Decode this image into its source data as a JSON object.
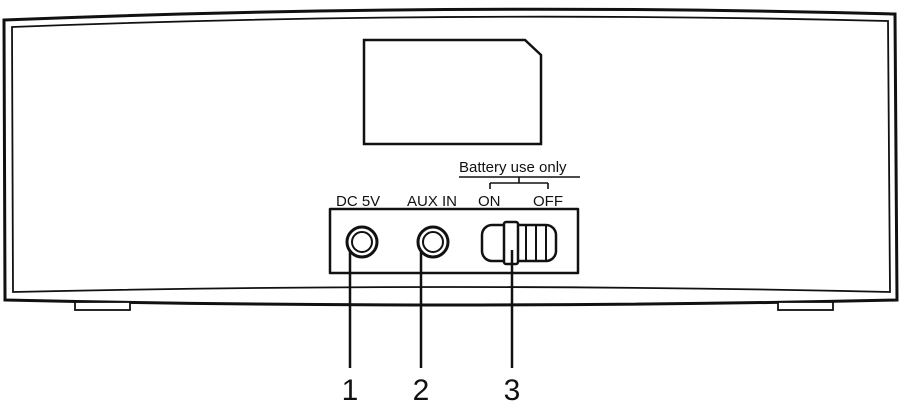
{
  "labels": {
    "dc_5v": "DC 5V",
    "aux_in": "AUX IN",
    "battery_use_only": "Battery use only",
    "on": "ON",
    "off": "OFF"
  },
  "callouts": [
    {
      "number": "1",
      "target": "DC 5V socket"
    },
    {
      "number": "2",
      "target": "AUX IN socket"
    },
    {
      "number": "3",
      "target": "ON/OFF switch"
    }
  ],
  "colors": {
    "line": "#111111",
    "background": "#ffffff"
  }
}
